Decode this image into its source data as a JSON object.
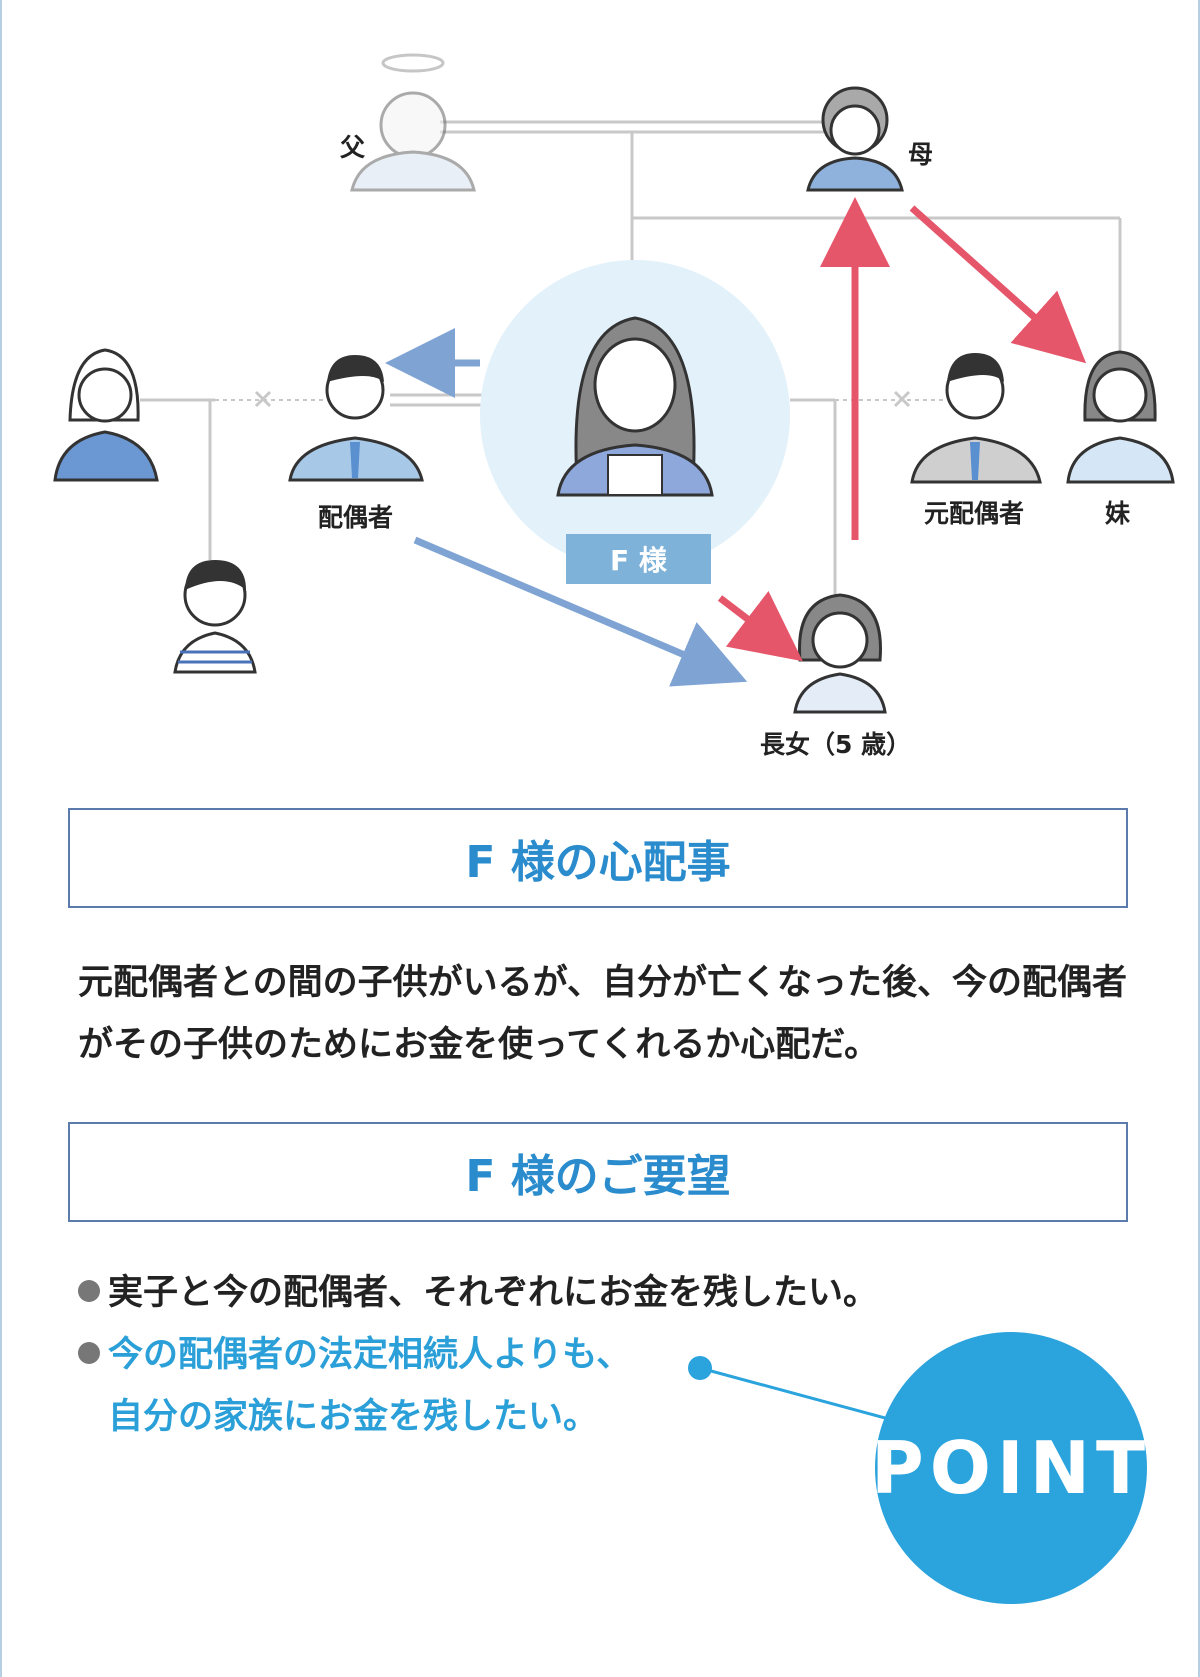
{
  "diagram": {
    "people": {
      "father": "父",
      "mother": "母",
      "spouse": "配偶者",
      "ex_spouse": "元配偶者",
      "sister": "妹",
      "eldest_daughter": "長女（5 歳）",
      "f_badge": "F 様"
    }
  },
  "concern": {
    "heading": "F 様の心配事",
    "text": "元配偶者との間の子供がいるが、自分が亡くなった後、今の配偶者がその子供のためにお金を使ってくれるか心配だ。"
  },
  "request": {
    "heading": "F 様のご要望",
    "items": [
      {
        "text": "実子と今の配偶者、それぞれにお金を残したい。"
      },
      {
        "text": "今の配偶者の法定相続人よりも、",
        "text2": "自分の家族にお金を残したい。"
      }
    ],
    "point_label": "POINT"
  },
  "colors": {
    "accent_blue": "#2a9fd8",
    "arrow_red": "#e6566b",
    "arrow_blue": "#7fa4d4",
    "line_gray": "#c8c8c8"
  }
}
